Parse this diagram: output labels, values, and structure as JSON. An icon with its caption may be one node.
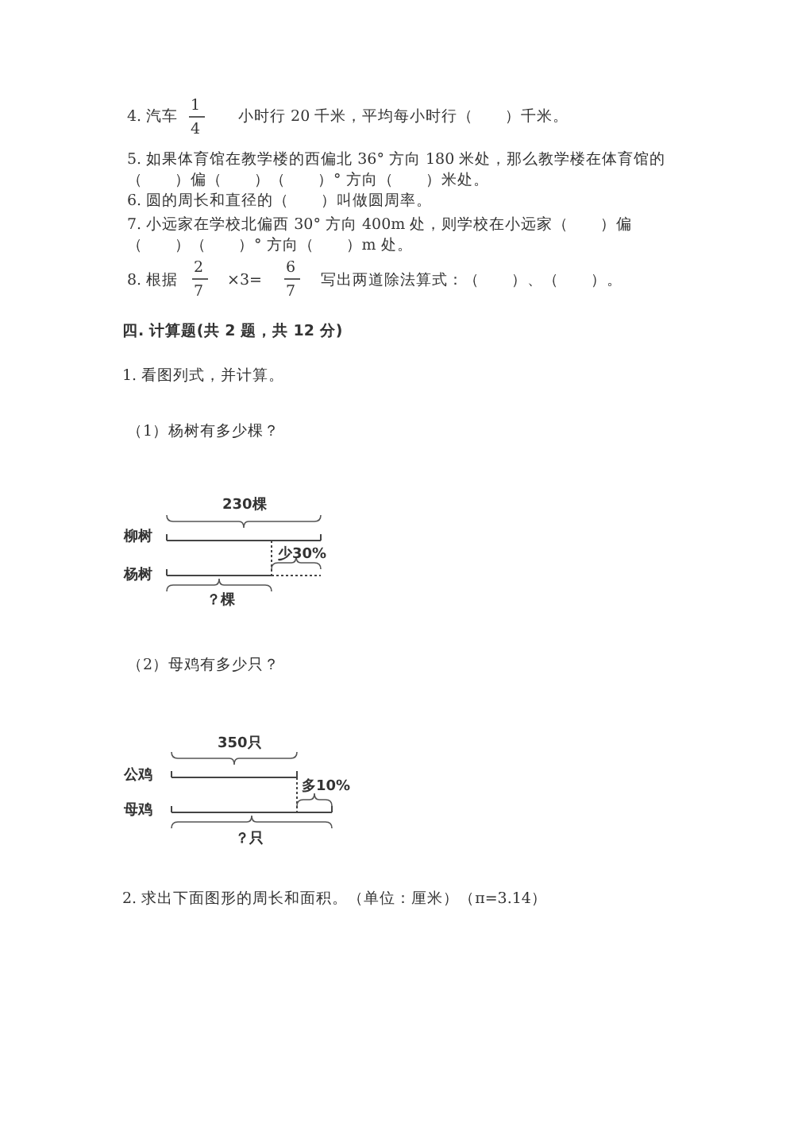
{
  "diagram": {
    "labels": [
      "4. 汽车",
      "1",
      "4",
      "小时行 20 千米，平均每小时行（　　）千米。",
      "5. 如果体育馆在教学楼的西偏北 36° 方向 180 米处，那么教学楼在体育馆的（　　）偏（　　）（　　）° 方向（　　）米处。",
      "6. 圆的周长和直径的（　　）叫做圆周率。",
      "7. 小远家在学校北偏西 30° 方向 400m 处，则学校在小远家（　　）偏（　　）（　　）° 方向（　　）m 处。",
      "8. 根据",
      "2",
      "7",
      "×3=",
      "6",
      "7",
      "写出两道除法算式：（　　）、（　　）。",
      "四. 计算题(共 2 题，共 12 分)",
      "1. 看图列式，并计算。",
      "（1）杨树有多少棵？",
      "230棵",
      "柳树",
      "少30%",
      "杨树",
      "？棵",
      "（2）母鸡有多少只？",
      "350只",
      "公鸡",
      "多10%",
      "母鸡",
      "？只",
      "2. 求出下面图形的周长和面积。（单位：厘米）（π=3.14）"
    ]
  }
}
